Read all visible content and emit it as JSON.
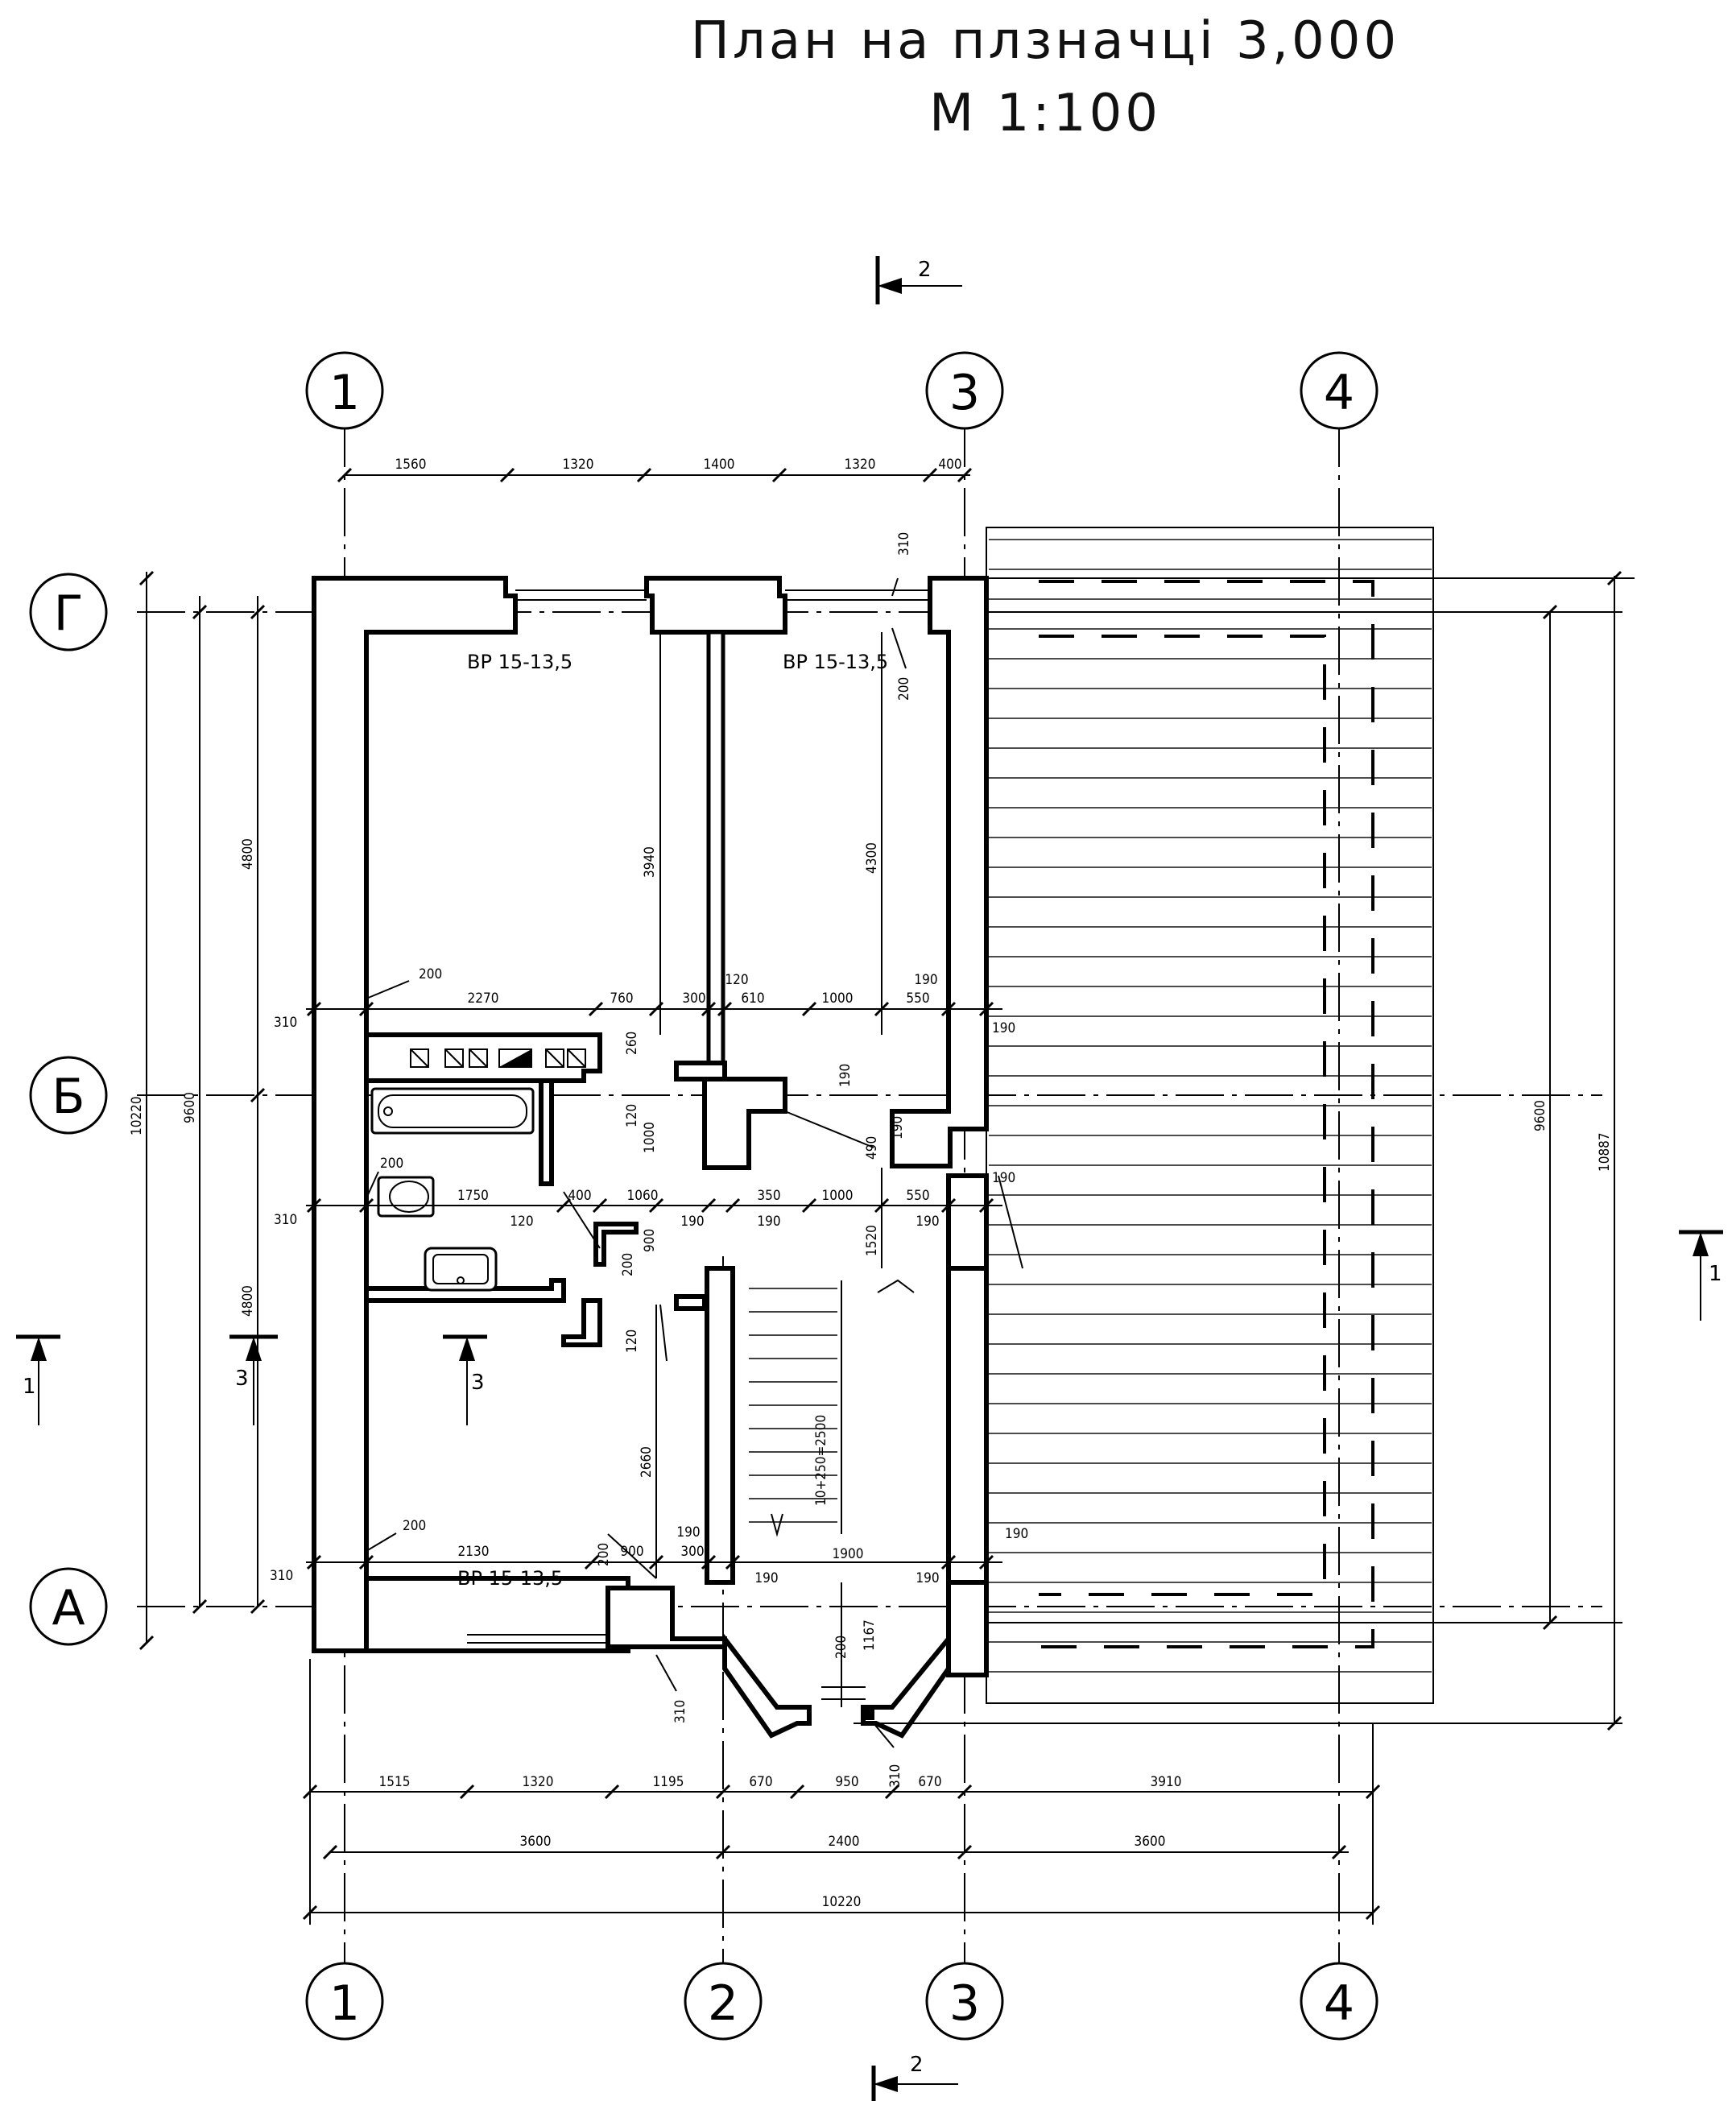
{
  "title": {
    "line1": "План на плзначці 3,000",
    "line2": "М 1:100"
  },
  "axes": {
    "vertical": [
      "1",
      "2",
      "3",
      "4"
    ],
    "horizontal": [
      "Г",
      "Б",
      "А"
    ]
  },
  "sections": {
    "s1": "1",
    "s2": "2",
    "s3": "3"
  },
  "rooms": {
    "label_1": "ВР 15-13,5",
    "label_2": "ВР 15-13,5",
    "label_3": "ВР 15-13,5"
  },
  "stair_label": "10+250=2500",
  "dims": {
    "top_chain": [
      "1560",
      "1320",
      "1400",
      "1320",
      "400"
    ],
    "bottom_chain_1": [
      "1515",
      "1320",
      "1195",
      "670",
      "950",
      "670",
      "3910"
    ],
    "bottom_chain_2": [
      "3600",
      "2400",
      "3600"
    ],
    "bottom_total": "10220",
    "left_chain": [
      "4800",
      "4800"
    ],
    "left_9600": "9600",
    "left_10220": "10220",
    "right_9600": "9600",
    "right_10887": "10887",
    "inner": {
      "d3940": "3940",
      "d4300": "4300",
      "d2660": "2660",
      "d1000": "1000",
      "d490": "490",
      "d1520": "1520",
      "d900v": "900",
      "d1167": "1167",
      "d1750": "1750",
      "d260": "260",
      "d120a": "120",
      "d120b": "120",
      "d120c": "120",
      "d200a": "200",
      "d200b": "200",
      "d200c": "200",
      "d200d": "200",
      "d200e": "200",
      "d200f": "200",
      "d310a": "310",
      "d310b": "310",
      "d310c": "310",
      "d310d": "310",
      "d310e": "310",
      "d310f": "310",
      "d2270": "2270",
      "d760": "760",
      "d300a": "300",
      "d610": "610",
      "d1000a": "1000",
      "d550a": "550",
      "d190a": "190",
      "d190b": "190",
      "d190c": "190",
      "d190d": "190",
      "d190e": "190",
      "d190f": "190",
      "d190g": "190",
      "d190h": "190",
      "d190i": "190",
      "d190j": "190",
      "d190k": "190",
      "d190l": "190",
      "d400": "400",
      "d1060": "1060",
      "d350": "350",
      "d1000b": "1000",
      "d550b": "550",
      "d2130": "2130",
      "d900": "900",
      "d300b": "300",
      "d1900": "1900",
      "d120d": "120"
    }
  }
}
